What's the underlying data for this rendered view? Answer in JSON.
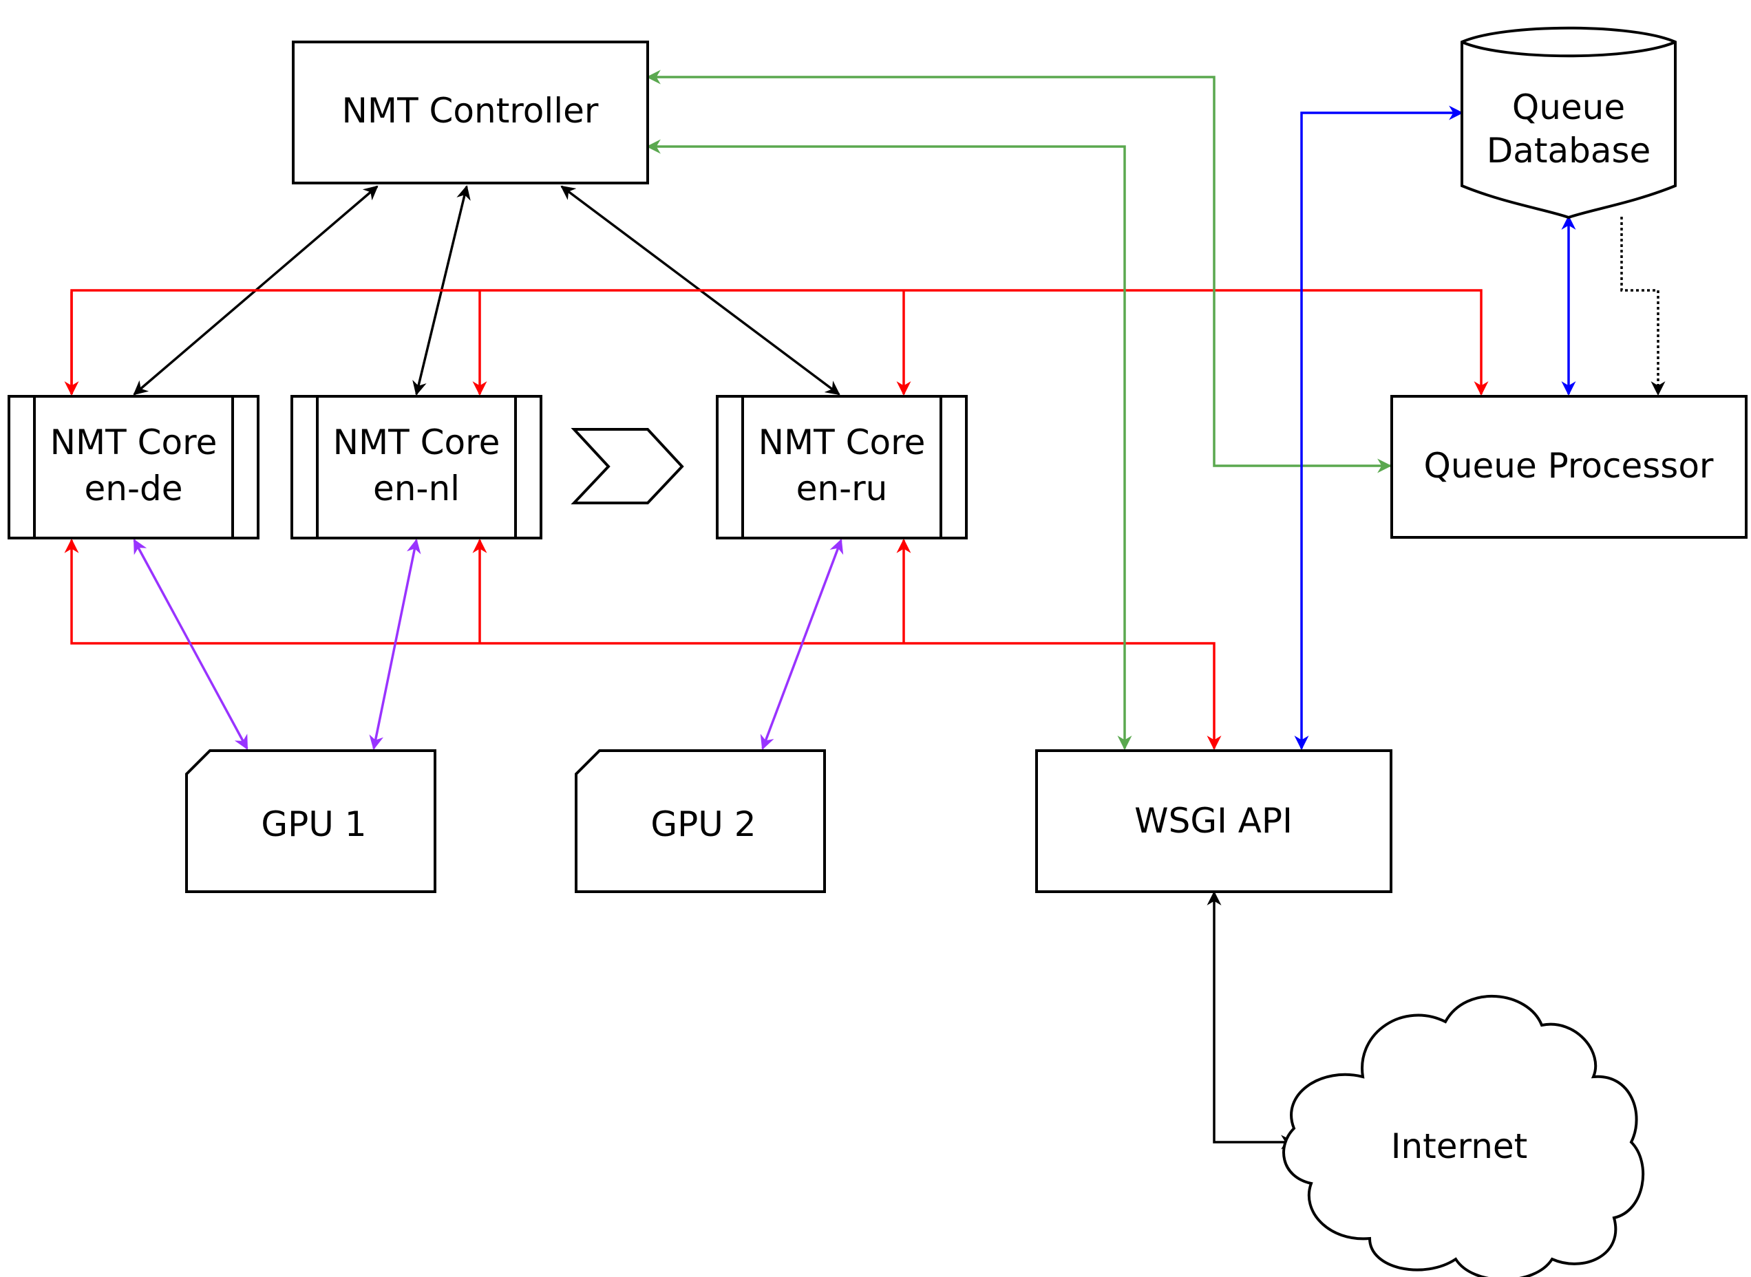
{
  "nodes": {
    "controller": {
      "label": "NMT Controller"
    },
    "core_en_de": {
      "line1": "NMT Core",
      "line2": "en-de"
    },
    "core_en_nl": {
      "line1": "NMT Core",
      "line2": "en-nl"
    },
    "core_en_ru": {
      "line1": "NMT Core",
      "line2": "en-ru"
    },
    "queue_db": {
      "line1": "Queue",
      "line2": "Database"
    },
    "queue_processor": {
      "label": "Queue Processor"
    },
    "gpu1": {
      "label": "GPU 1"
    },
    "gpu2": {
      "label": "GPU 2"
    },
    "wsgi_api": {
      "label": "WSGI API"
    },
    "internet": {
      "label": "Internet"
    }
  },
  "colors": {
    "black": "#000000",
    "red": "#ff0000",
    "green": "#5aa84f",
    "blue": "#0000ff",
    "purple": "#9933ff"
  }
}
